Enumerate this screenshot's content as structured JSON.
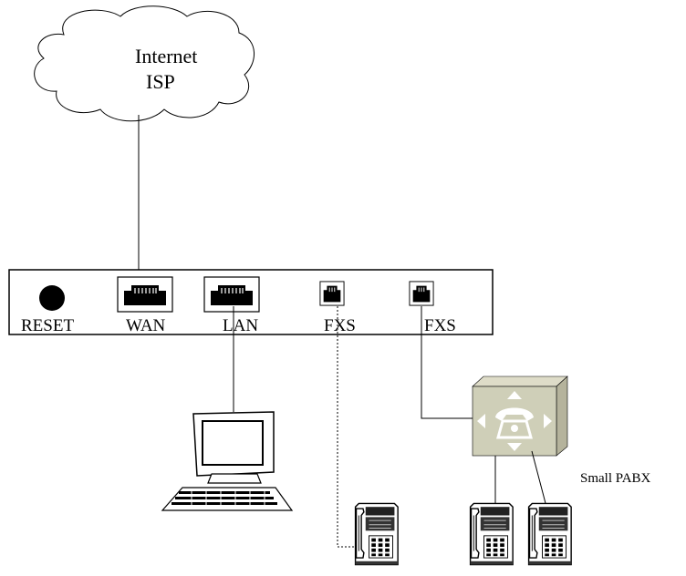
{
  "cloud": {
    "line1": "Internet",
    "line2": "ISP"
  },
  "device": {
    "reset_label": "RESET",
    "ports": [
      {
        "label": "WAN"
      },
      {
        "label": "LAN"
      },
      {
        "label": "FXS"
      },
      {
        "label": "FXS"
      }
    ]
  },
  "pabx": {
    "label": "Small PABX"
  },
  "icons": {
    "cloud": "cloud-icon",
    "computer": "computer-icon",
    "pabx": "pabx-switch-icon",
    "phone": "desk-phone-icon",
    "rj45": "rj45-port-icon",
    "rj11": "rj11-port-icon"
  },
  "colors": {
    "pabx_front": "#cfcfb8",
    "pabx_top": "#dedcc8",
    "pabx_side": "#b5b39c",
    "line": "#000000"
  }
}
